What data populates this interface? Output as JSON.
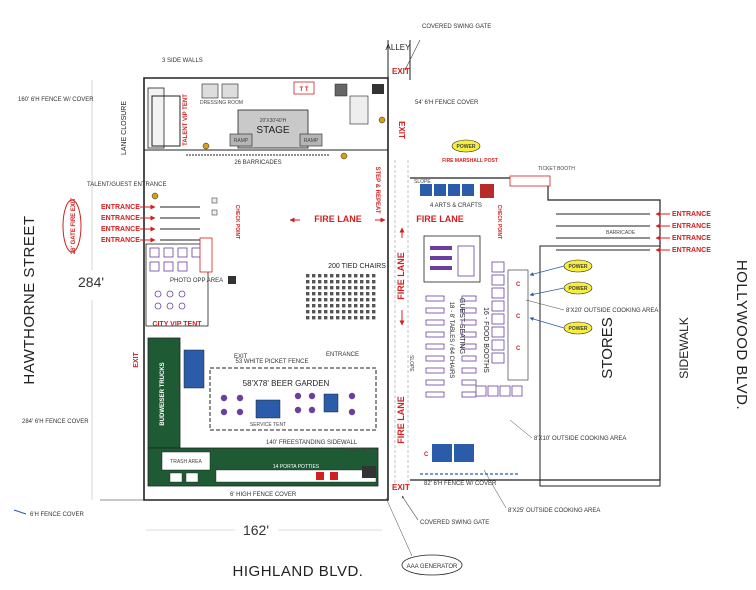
{
  "streets": {
    "hawthorne": "HAWTHORNE STREET",
    "highland": "HIGHLAND BLVD.",
    "hollywood": "HOLLYWOOD BLVD.",
    "sidewalk": "SIDEWALK",
    "stores": "STORES",
    "alley": "ALLEY"
  },
  "dimensions": {
    "width": "162'",
    "height": "284'"
  },
  "labels": {
    "covered_gate_top": "COVERED SWING GATE",
    "covered_gate_bottom": "COVERED SWING GATE",
    "fire_lane": "FIRE LANE",
    "exit": "EXIT",
    "entrance": "ENTRANCE",
    "stage": "STAGE",
    "stage_size": "20'X30'40'H",
    "ramp": "RAMP",
    "barricades": "26 BARRICADES",
    "lane_closure": "LANE CLOSURE",
    "talent_vip_tent": "TALENT VIP TENT",
    "city_vip_tent": "CITY VIP TENT",
    "tied_chairs": "200 TIED CHAIRS",
    "beer_garden": "58'X78' BEER GARDEN",
    "white_picket": "53 WHITE PICKET FENCE",
    "budweiser": "BUDWEISER TRUCKS",
    "trash_area": "TRASH AREA",
    "service_tent": "SERVICE TENT",
    "freestanding_sidewall": "140' FREESTANDING SIDEWALL",
    "guest_seating": "GUEST SEATING",
    "tables_chairs": "18 - 8' TABLES / 64 CHAIRS",
    "food_booths": "16 - FOOD BOOTHS",
    "arts_crafts": "4 ARTS & CRAFTS",
    "ticket_booth": "TICKET BOOTH",
    "power": "POWER",
    "fence_top": "54' 6'H FENCE COVER",
    "fence_left_top": "160' 6'H FENCE W/ COVER",
    "fence_left_bottom": "284' 6'H FENCE COVER",
    "fence_bottom": "6' HIGH FENCE COVER",
    "fence_bottom_right": "82' 6'H FENCE W/ COVER",
    "fence_cover_legend": "6'H FENCE COVER",
    "talent_guest_entrance": "TALENT/GUEST ENTRANCE",
    "gate_fire_exit": "26' GATE FIRE EXIT",
    "outside_cooking_1": "8'X20' OUTSIDE COOKING AREA",
    "outside_cooking_2": "8'X10' OUTSIDE COOKING AREA",
    "outside_cooking_3": "8'X25' OUTSIDE COOKING AREA",
    "generator": "AAA GENERATOR",
    "slope": "SLOPE",
    "step_repeat": "STEP & REPEAT",
    "check_point": "CHECK POINT",
    "photo_opp": "PHOTO OPP AREA",
    "barricade": "BARRICADE",
    "bike_racks": "BIKE RACKS",
    "porta_potties": "14 PORTA POTTIES"
  },
  "colors": {
    "red": "#d21f1f",
    "purple": "#6a3fa0",
    "blue": "#2a5caa",
    "green": "#1e5a33",
    "yellow": "#f6ee3a"
  }
}
